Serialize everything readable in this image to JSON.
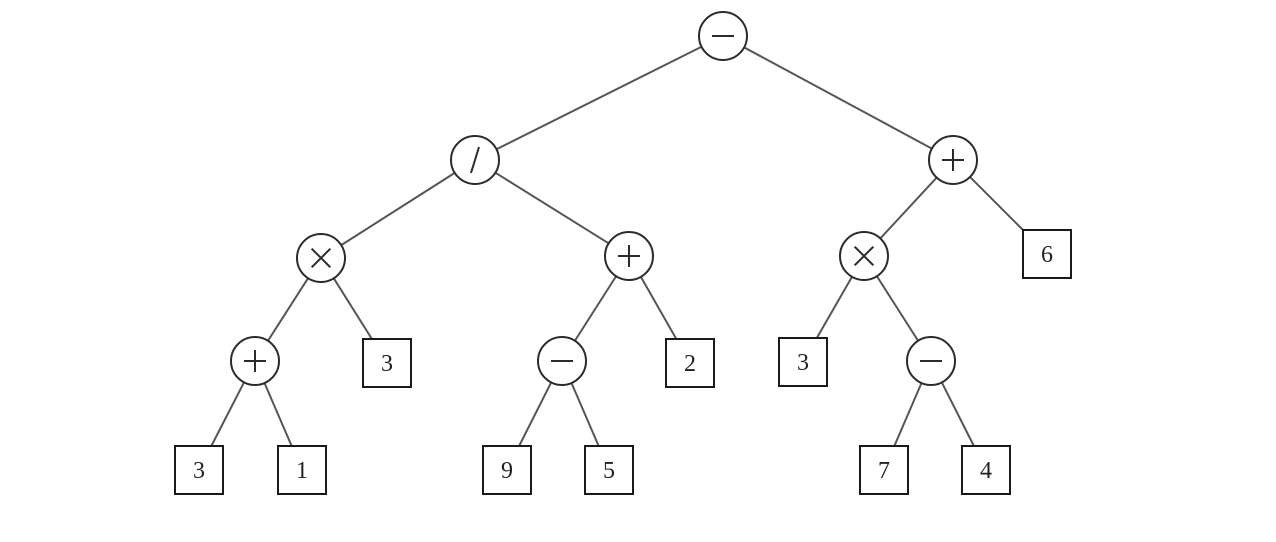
{
  "diagram": {
    "type": "expression-tree",
    "colors": {
      "edge": "#555555",
      "node_stroke": "#2b2b2b",
      "background": "#ffffff"
    },
    "root": {
      "id": "n1",
      "kind": "operator",
      "op": "minus",
      "children": [
        {
          "id": "n2",
          "kind": "operator",
          "op": "divide",
          "children": [
            {
              "id": "n4",
              "kind": "operator",
              "op": "times",
              "children": [
                {
                  "id": "n8",
                  "kind": "operator",
                  "op": "plus",
                  "children": [
                    {
                      "id": "l1",
                      "kind": "operand",
                      "value": "3"
                    },
                    {
                      "id": "l2",
                      "kind": "operand",
                      "value": "1"
                    }
                  ]
                },
                {
                  "id": "l3",
                  "kind": "operand",
                  "value": "3"
                }
              ]
            },
            {
              "id": "n5",
              "kind": "operator",
              "op": "plus",
              "children": [
                {
                  "id": "n10",
                  "kind": "operator",
                  "op": "minus",
                  "children": [
                    {
                      "id": "l4",
                      "kind": "operand",
                      "value": "9"
                    },
                    {
                      "id": "l5",
                      "kind": "operand",
                      "value": "5"
                    }
                  ]
                },
                {
                  "id": "l6",
                  "kind": "operand",
                  "value": "2"
                }
              ]
            }
          ]
        },
        {
          "id": "n3",
          "kind": "operator",
          "op": "plus",
          "children": [
            {
              "id": "n6",
              "kind": "operator",
              "op": "times",
              "children": [
                {
                  "id": "l7",
                  "kind": "operand",
                  "value": "3"
                },
                {
                  "id": "n13",
                  "kind": "operator",
                  "op": "minus",
                  "children": [
                    {
                      "id": "l8",
                      "kind": "operand",
                      "value": "7"
                    },
                    {
                      "id": "l9",
                      "kind": "operand",
                      "value": "4"
                    }
                  ]
                }
              ]
            },
            {
              "id": "l10",
              "kind": "operand",
              "value": "6"
            }
          ]
        }
      ]
    }
  }
}
